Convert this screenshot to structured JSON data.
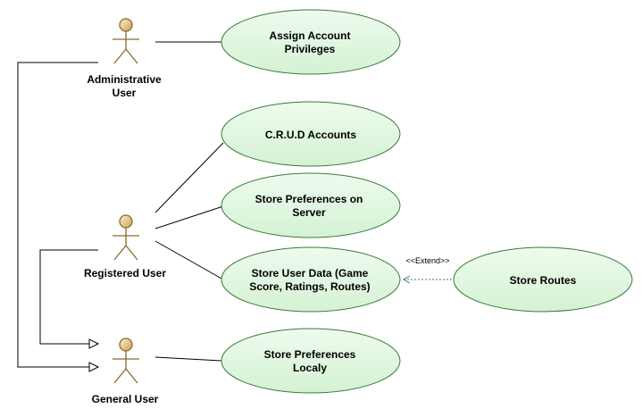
{
  "colors": {
    "usecase_fill": "#dcf5dc",
    "usecase_stroke": "#3a7a3a",
    "actor_head": "#d9b66a",
    "actor_stroke": "#8a6a2a",
    "line": "#000000",
    "extend_line": "#3b7a8a"
  },
  "actors": {
    "admin": {
      "label_line1": "Administrative",
      "label_line2": "User"
    },
    "registered": {
      "label": "Registered User"
    },
    "general": {
      "label": "General User"
    }
  },
  "usecases": {
    "assign": {
      "line1": "Assign Account",
      "line2": "Privileges"
    },
    "crud": {
      "line1": "C.R.U.D Accounts"
    },
    "prefs_server": {
      "line1": "Store Preferences on",
      "line2": "Server"
    },
    "user_data": {
      "line1": "Store User Data (Game",
      "line2": "Score, Ratings, Routes)"
    },
    "prefs_local": {
      "line1": "Store Preferences",
      "line2": "Localy"
    },
    "routes": {
      "line1": "Store Routes"
    }
  },
  "relations": {
    "extend_label": "<<Extend>>"
  }
}
